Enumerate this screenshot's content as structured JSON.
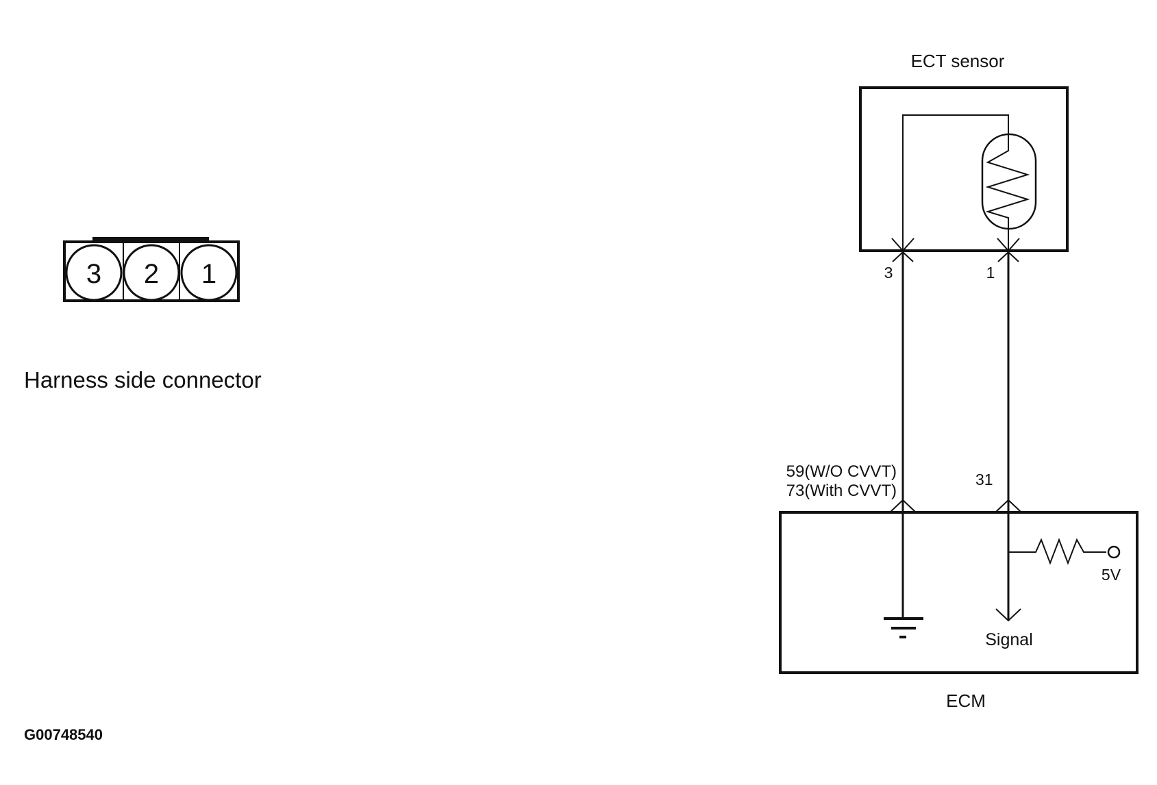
{
  "connector": {
    "pins": [
      "3",
      "2",
      "1"
    ],
    "caption": "Harness side connector"
  },
  "sensor": {
    "title": "ECT sensor",
    "pin_left": "3",
    "pin_right": "1"
  },
  "ecm": {
    "title": "ECM",
    "pin_left_line1": "59(W/O CVVT)",
    "pin_left_line2": "73(With CVVT)",
    "pin_right": "31",
    "supply_label": "5V",
    "signal_label": "Signal"
  },
  "figure_id": "G00748540"
}
